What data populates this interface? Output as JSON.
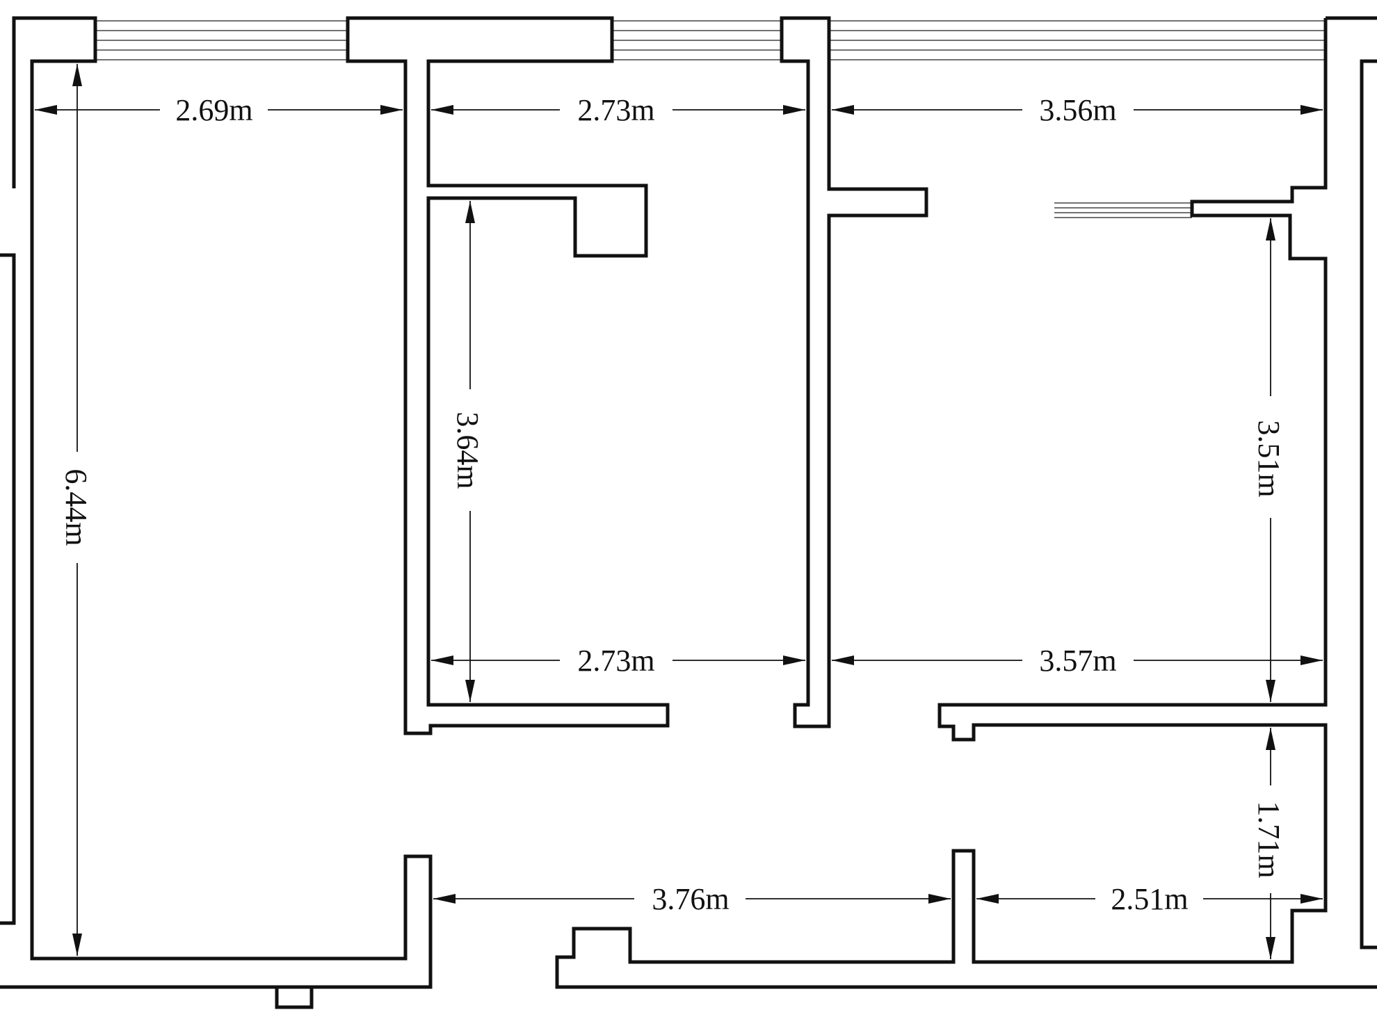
{
  "plan": {
    "unit": "m",
    "dimensions": {
      "top_left_width": "2.69m",
      "top_mid_width": "2.73m",
      "top_right_width": "3.56m",
      "left_height": "6.44m",
      "mid_room_height": "3.64m",
      "mid_room_bottom_width": "2.73m",
      "right_room_bottom_width": "3.57m",
      "right_room_height": "3.51m",
      "lower_right_height": "1.71m",
      "bottom_mid_width": "3.76m",
      "bottom_right_width": "2.51m"
    },
    "colors": {
      "line": "#111111",
      "window": "#444444",
      "background": "#ffffff"
    }
  }
}
